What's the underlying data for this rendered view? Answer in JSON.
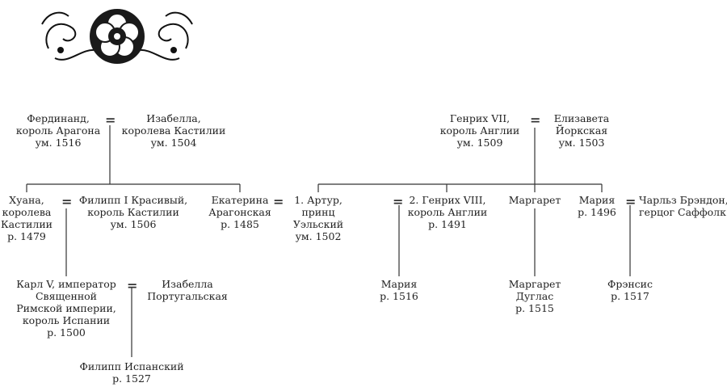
{
  "people": {
    "ferdinand": [
      "Фердинанд,",
      "король Арагона",
      "ум. 1516"
    ],
    "isabella_castile": [
      "Изабелла,",
      "королева Кастилии",
      "ум. 1504"
    ],
    "henry7": [
      "Генрих VII,",
      "король Англии",
      "ум. 1509"
    ],
    "elizabeth_york": [
      "Елизавета",
      "Йоркская",
      "ум. 1503"
    ],
    "juana": [
      "Хуана,",
      "королева",
      "Кастилии",
      "р. 1479"
    ],
    "philip1": [
      "Филипп I Красивый,",
      "король Кастилии",
      "ум. 1506"
    ],
    "catherine": [
      "Екатерина",
      "Арагонская",
      "р. 1485"
    ],
    "arthur": [
      "1. Артур,",
      "принц",
      "Уэльский",
      "ум. 1502"
    ],
    "henry8": [
      "2. Генрих VIII,",
      "король Англии",
      "р. 1491"
    ],
    "margaret": [
      "Маргарет"
    ],
    "mary_tudor": [
      "Мария",
      "р. 1496"
    ],
    "brandon": [
      "Чарльз Брэндон,",
      "герцог Саффолк"
    ],
    "charles5": [
      "Карл V, император",
      "Священной",
      "Римской империи,",
      "король Испании",
      "р. 1500"
    ],
    "isabella_portugal": [
      "Изабелла",
      "Португальская"
    ],
    "mary1": [
      "Мария",
      "р. 1516"
    ],
    "margaret_douglas": [
      "Маргарет",
      "Дуглас",
      "р. 1515"
    ],
    "frances": [
      "Фрэнсис",
      "р. 1517"
    ],
    "philip2": [
      "Филипп Испанский",
      "р. 1527"
    ]
  },
  "marriage_sign": "="
}
